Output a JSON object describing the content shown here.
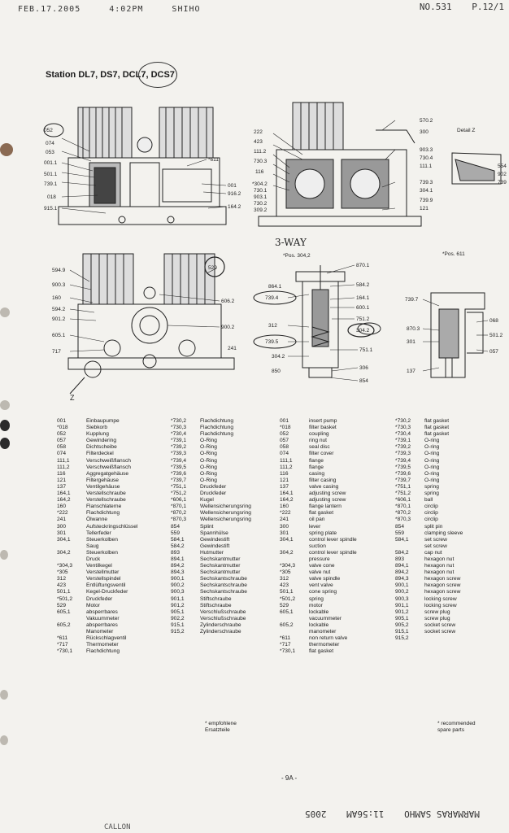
{
  "fax_header": [
    "FEB.17.2005",
    "4:02PM",
    "SHIHO"
  ],
  "doc_number": {
    "no": "NO.531",
    "page": "P.12/1"
  },
  "station_title": "Station DL7, DS7, DCL7, DCS7",
  "detail_z": "Detail Z",
  "handwritten_note": "3-WAY",
  "pos_3042": "*Pos. 304,2",
  "pos_611": "*Pos. 611",
  "z_label": "Z",
  "callouts": {
    "view1_left": [
      "052",
      "074",
      "053",
      "001.1",
      "501.1",
      "739.1",
      "018",
      "915.1"
    ],
    "view1_right": [
      "*611",
      "001",
      "916.2",
      "164.2"
    ],
    "view2_left": [
      "222",
      "423",
      "111.2",
      "730.3",
      "116",
      "*304.2",
      "730.1",
      "903.1",
      "730.2",
      "309.2"
    ],
    "view2_right": [
      "570.2",
      "300",
      "903.3",
      "730.4",
      "111.1",
      "739.3",
      "304.1",
      "739.9",
      "121"
    ],
    "detail_z": [
      "554",
      "902",
      "739"
    ],
    "view3_left": [
      "594.9",
      "900.3",
      "160",
      "594.2",
      "901.2",
      "605.1",
      "717"
    ],
    "view3_right": [
      "529",
      "606.2",
      "900.2",
      "241"
    ],
    "view4_left": [
      "864.1",
      "739.4",
      "312",
      "739.5",
      "304.2",
      "850"
    ],
    "view4_right": [
      "870.1",
      "584.2",
      "164.1",
      "600.1",
      "751.2",
      "304.2",
      "751.1",
      "306",
      "854"
    ],
    "view5": [
      "739.7",
      "870.3",
      "301",
      "137",
      "068",
      "501.2",
      "057"
    ]
  },
  "parts_de": [
    [
      "001",
      "Einbaupumpe"
    ],
    [
      "*018",
      "Siebkorb"
    ],
    [
      "052",
      "Kupplung"
    ],
    [
      "057",
      "Gewindering"
    ],
    [
      "058",
      "Dichtscheibe"
    ],
    [
      "074",
      "Filterdeckel"
    ],
    [
      "111,1",
      "Verschweißflansch"
    ],
    [
      "111,2",
      "Verschweißflansch"
    ],
    [
      "116",
      "Aggregatgehäuse"
    ],
    [
      "121",
      "Filtergehäuse"
    ],
    [
      "137",
      "Ventilgehäuse"
    ],
    [
      "164,1",
      "Verstellschraube"
    ],
    [
      "164,2",
      "Verstellschraube"
    ],
    [
      "160",
      "Flanschlaterne"
    ],
    [
      "*222",
      "Flachdichtung"
    ],
    [
      "241",
      "Ölwanne"
    ],
    [
      "300",
      "Aufsteckringschlüssel"
    ],
    [
      "301",
      "Tellerfeder"
    ],
    [
      "304,1",
      "Steuerkolben"
    ],
    [
      "",
      "Saug"
    ],
    [
      "304,2",
      "Steuerkolben"
    ],
    [
      "",
      "Druck"
    ],
    [
      "*304,3",
      "Ventilkegel"
    ],
    [
      "*305",
      "Verstellmutter"
    ],
    [
      "312",
      "Verstellspindel"
    ],
    [
      "423",
      "Entlüftungsventil"
    ],
    [
      "501,1",
      "Kegel-Druckfeder"
    ],
    [
      "*501,2",
      "Druckfeder"
    ],
    [
      "529",
      "Motor"
    ],
    [
      "605,1",
      "absperrbares"
    ],
    [
      "",
      "Vakuummeter"
    ],
    [
      "605,2",
      "absperrbares"
    ],
    [
      "",
      "Manometer"
    ],
    [
      "*611",
      "Rückschlagventil"
    ],
    [
      "*717",
      "Thermometer"
    ],
    [
      "*730,1",
      "Flachdichtung"
    ]
  ],
  "parts_de2": [
    [
      "*730,2",
      "Flachdichtung"
    ],
    [
      "*730,3",
      "Flachdichtung"
    ],
    [
      "*730,4",
      "Flachdichtung"
    ],
    [
      "*739,1",
      "O-Ring"
    ],
    [
      "*739,2",
      "O-Ring"
    ],
    [
      "*739,3",
      "O-Ring"
    ],
    [
      "*739,4",
      "O-Ring"
    ],
    [
      "*739,5",
      "O-Ring"
    ],
    [
      "*739,6",
      "O-Ring"
    ],
    [
      "*739,7",
      "O-Ring"
    ],
    [
      "*751,1",
      "Druckfeder"
    ],
    [
      "*751,2",
      "Druckfeder"
    ],
    [
      "*606,1",
      "Kugel"
    ],
    [
      "*870,1",
      "Wellensicherungsring"
    ],
    [
      "*870,2",
      "Wellensicherungsring"
    ],
    [
      "*870,3",
      "Wellensicherungsring"
    ],
    [
      "854",
      "Splint"
    ],
    [
      "559",
      "Spannhülse"
    ],
    [
      "584,1",
      "Gewindestift"
    ],
    [
      "584,2",
      "Gewindestift"
    ],
    [
      "893",
      "Hutmutter"
    ],
    [
      "894,1",
      "Sechskantmutter"
    ],
    [
      "894,2",
      "Sechskantmutter"
    ],
    [
      "894,3",
      "Sechskantmutter"
    ],
    [
      "900,1",
      "Sechskantschraube"
    ],
    [
      "900,2",
      "Sechskantschraube"
    ],
    [
      "900,3",
      "Sechskantschraube"
    ],
    [
      "901,1",
      "Stiftschraube"
    ],
    [
      "901,2",
      "Stiftschraube"
    ],
    [
      "905,1",
      "Verschlußschraube"
    ],
    [
      "902,2",
      "Verschlußschraube"
    ],
    [
      "915,1",
      "Zylinderschraube"
    ],
    [
      "915,2",
      "Zylinderschraube"
    ]
  ],
  "parts_en": [
    [
      "001",
      "insert pump"
    ],
    [
      "*018",
      "filter basket"
    ],
    [
      "052",
      "coupling"
    ],
    [
      "057",
      "ring nut"
    ],
    [
      "058",
      "seal disc"
    ],
    [
      "074",
      "filter cover"
    ],
    [
      "111,1",
      "flange"
    ],
    [
      "111,2",
      "flange"
    ],
    [
      "116",
      "casing"
    ],
    [
      "121",
      "filter casing"
    ],
    [
      "137",
      "valve casing"
    ],
    [
      "164,1",
      "adjusting screw"
    ],
    [
      "164,2",
      "adjusting screw"
    ],
    [
      "160",
      "flange lantern"
    ],
    [
      "*222",
      "flat gasket"
    ],
    [
      "241",
      "oil pan"
    ],
    [
      "300",
      "lever"
    ],
    [
      "301",
      "spring plate"
    ],
    [
      "304,1",
      "control lever spindle"
    ],
    [
      "",
      "suction"
    ],
    [
      "304,2",
      "control lever spindle"
    ],
    [
      "",
      "pressure"
    ],
    [
      "*304,3",
      "valve cone"
    ],
    [
      "*305",
      "valve nut"
    ],
    [
      "312",
      "valve spindle"
    ],
    [
      "423",
      "vent valve"
    ],
    [
      "501,1",
      "cone spring"
    ],
    [
      "*501,2",
      "spring"
    ],
    [
      "529",
      "motor"
    ],
    [
      "605,1",
      "lockable"
    ],
    [
      "",
      "vacuummeter"
    ],
    [
      "605,2",
      "lockable"
    ],
    [
      "",
      "manometer"
    ],
    [
      "*611",
      "non return valve"
    ],
    [
      "*717",
      "thermometer"
    ],
    [
      "*730,1",
      "flat gasket"
    ]
  ],
  "parts_en2": [
    [
      "*730,2",
      "flat gasket"
    ],
    [
      "*730,3",
      "flat gasket"
    ],
    [
      "*730,4",
      "flat gasket"
    ],
    [
      "*739,1",
      "O-ring"
    ],
    [
      "*739,2",
      "O-ring"
    ],
    [
      "*739,3",
      "O-ring"
    ],
    [
      "*739,4",
      "O-ring"
    ],
    [
      "*739,5",
      "O-ring"
    ],
    [
      "*739,6",
      "O-ring"
    ],
    [
      "*739,7",
      "O-ring"
    ],
    [
      "*751,1",
      "spring"
    ],
    [
      "*751,2",
      "spring"
    ],
    [
      "*606,1",
      "ball"
    ],
    [
      "*870,1",
      "circlip"
    ],
    [
      "*870,2",
      "circlip"
    ],
    [
      "*870,3",
      "circlip"
    ],
    [
      "854",
      "split pin"
    ],
    [
      "559",
      "clamping sleeve"
    ],
    [
      "584,1",
      "set screw"
    ],
    [
      "",
      "set screw"
    ],
    [
      "584,2",
      "cap nut"
    ],
    [
      "893",
      "hexagon nut"
    ],
    [
      "894,1",
      "hexagon nut"
    ],
    [
      "894,2",
      "hexagon nut"
    ],
    [
      "894,3",
      "hexagon screw"
    ],
    [
      "900,1",
      "hexagon screw"
    ],
    [
      "900,2",
      "hexagon screw"
    ],
    [
      "900,3",
      "locking screw"
    ],
    [
      "901,1",
      "locking screw"
    ],
    [
      "901,2",
      "screw plug"
    ],
    [
      "905,1",
      "screw plug"
    ],
    [
      "905,2",
      "socket screw"
    ],
    [
      "915,1",
      "socket screw"
    ],
    [
      "915,2",
      ""
    ]
  ],
  "note_de": [
    "* empfohlene",
    "Ersatzteile"
  ],
  "note_en": [
    "* recommended",
    "spare parts"
  ],
  "page_marker": "- 9A -",
  "bottom_fax": {
    "name": "MARMARAS SAMHO",
    "time": "11:56AM",
    "year": "2005"
  },
  "bottom_cut": "CALLON"
}
